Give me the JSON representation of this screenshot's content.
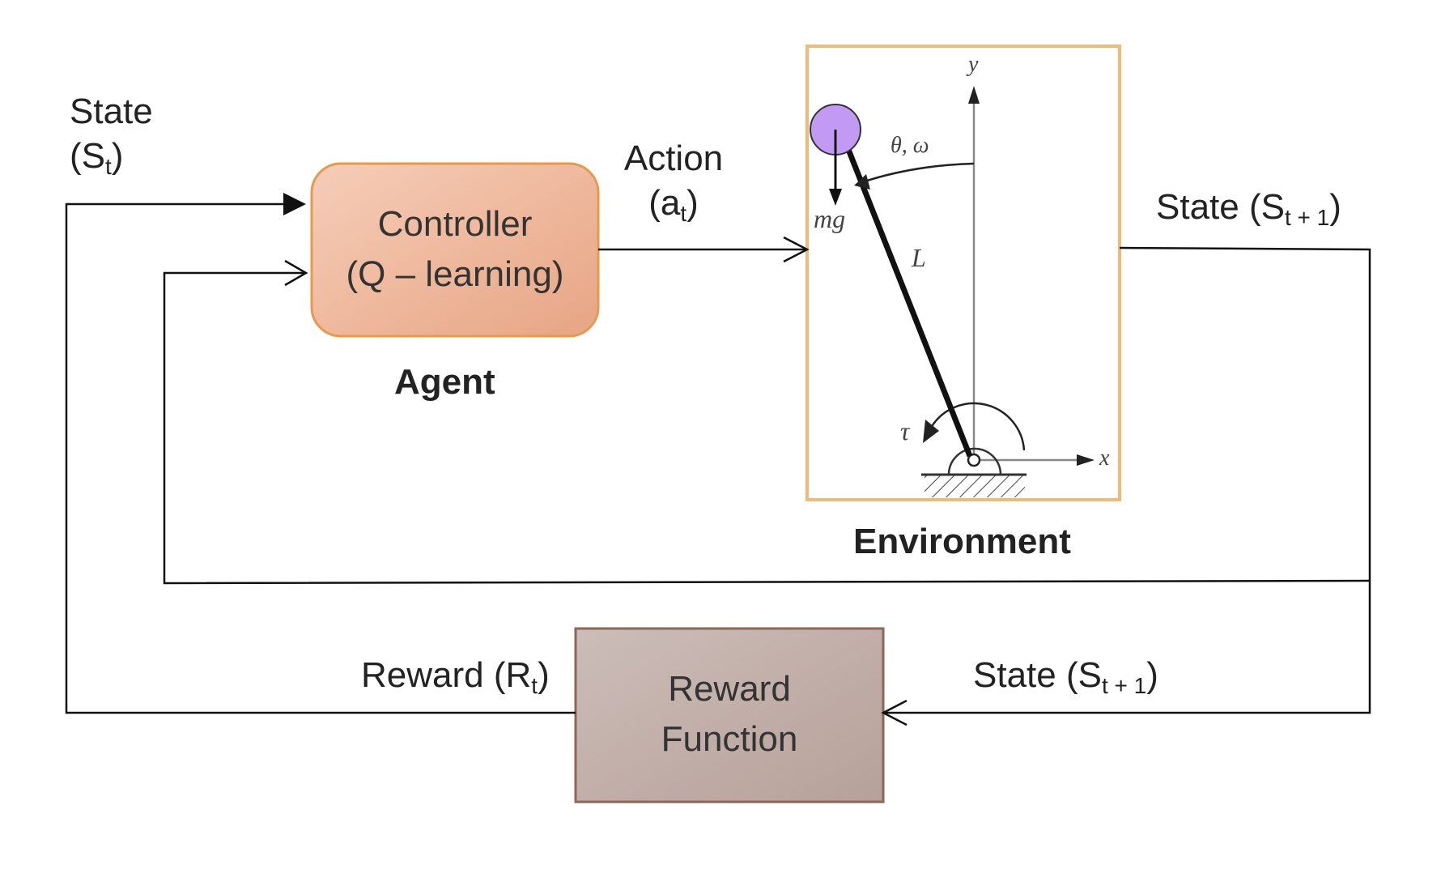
{
  "agent": {
    "box_line1": "Controller",
    "box_line2": "(Q – learning)",
    "caption": "Agent"
  },
  "environment": {
    "caption": "Environment",
    "pendulum": {
      "label_y": "y",
      "label_x": "x",
      "label_angle": "θ, ω",
      "label_weight": "mg",
      "label_length": "L",
      "label_torque": "τ"
    }
  },
  "reward": {
    "box_line1": "Reward",
    "box_line2": "Function"
  },
  "signals": {
    "state_in_main": "State",
    "state_in_open": "(S",
    "state_in_sub": "t",
    "state_in_close": ")",
    "action_main": "Action",
    "action_open": "(a",
    "action_sub": "t",
    "action_close": ")",
    "state_next_prefix": "State (S",
    "state_next_sub": "t + 1",
    "state_next_close": ")",
    "reward_prefix": "Reward (R",
    "reward_sub": "t",
    "reward_close": ")"
  },
  "colors": {
    "agent_fill_light": "#F6CDB8",
    "agent_fill_dark": "#E7A584",
    "agent_stroke": "#E59A4E",
    "env_stroke": "#F2B977",
    "reward_fill_light": "#CCBDB8",
    "reward_fill_dark": "#B7A09A",
    "reward_stroke": "#8E6656",
    "bob_fill": "#C29AF4",
    "line": "#111111"
  }
}
